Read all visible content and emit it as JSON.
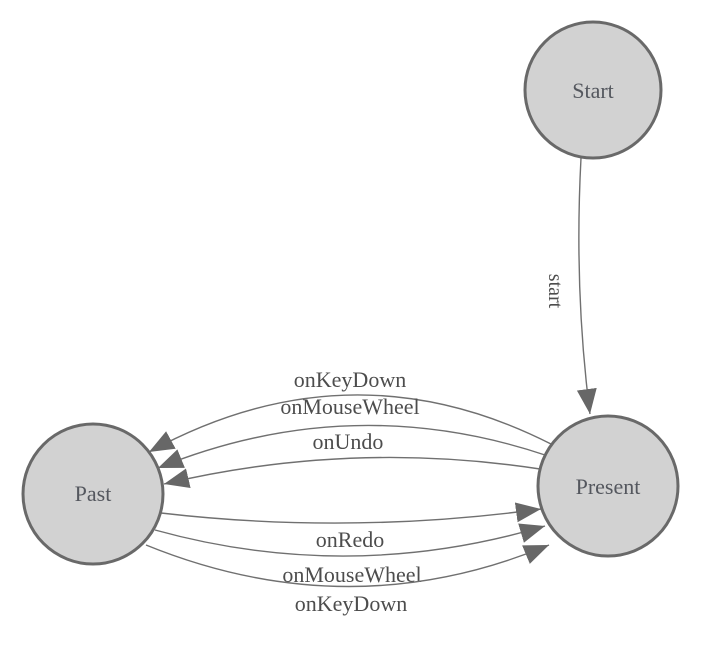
{
  "colors": {
    "background": "#ffffff",
    "node_fill": "#d2d2d2",
    "node_border": "#696969",
    "edge_line": "#707070",
    "arrowhead": "#676767",
    "node_label_text": "#54575e",
    "edge_label_text": "#4d4d4d"
  },
  "nodes": {
    "start": {
      "label": "Start"
    },
    "present": {
      "label": "Present"
    },
    "past": {
      "label": "Past"
    }
  },
  "edges": {
    "start_to_present": {
      "label": "start"
    },
    "present_to_past": [
      {
        "label": "onKeyDown"
      },
      {
        "label": "onMouseWheel"
      },
      {
        "label": "onUndo"
      }
    ],
    "past_to_present": [
      {
        "label": "onRedo"
      },
      {
        "label": "onMouseWheel"
      },
      {
        "label": "onKeyDown"
      }
    ]
  }
}
